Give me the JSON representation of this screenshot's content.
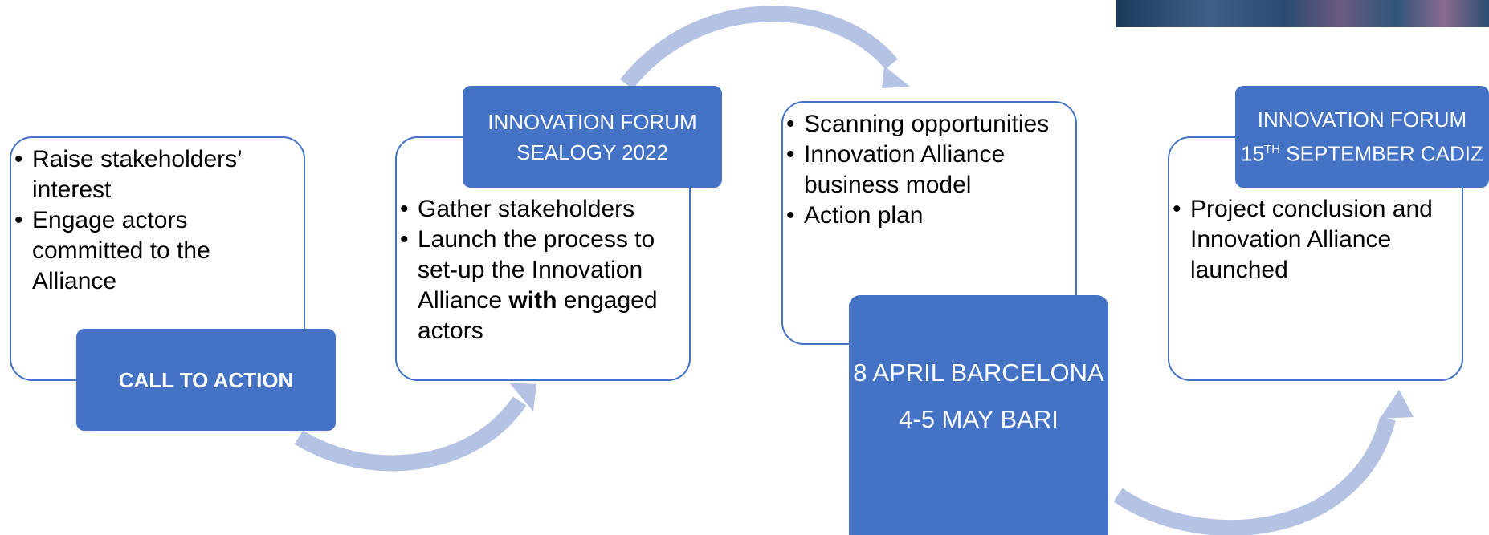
{
  "stage1": {
    "bullets": [
      "Raise stakeholders’ interest",
      "Engage actors committed to the Alliance"
    ],
    "tag": "CALL TO ACTION"
  },
  "stage2": {
    "tag_line1": "INNOVATION FORUM",
    "tag_line2": "SEALOGY 2022",
    "bullet1": "Gather stakeholders",
    "bullet2_pre": "Launch the process to set-up the Innovation Alliance ",
    "bullet2_bold": "with",
    "bullet2_post": " engaged actors"
  },
  "stage3": {
    "bullets": [
      "Scanning opportunities",
      "Innovation Alliance business model",
      "Action plan"
    ],
    "tag_line1": "8 APRIL BARCELONA",
    "tag_line2": "4-5 MAY BARI"
  },
  "stage4": {
    "tag_line1": "INNOVATION FORUM",
    "tag_date_num": "15",
    "tag_date_sup": "TH",
    "tag_date_rest": " SEPTEMBER CADIZ",
    "bullets": [
      "Project conclusion and Innovation Alliance launched"
    ]
  },
  "colors": {
    "accent": "#4472c4",
    "arrow": "#b4c2e3"
  }
}
